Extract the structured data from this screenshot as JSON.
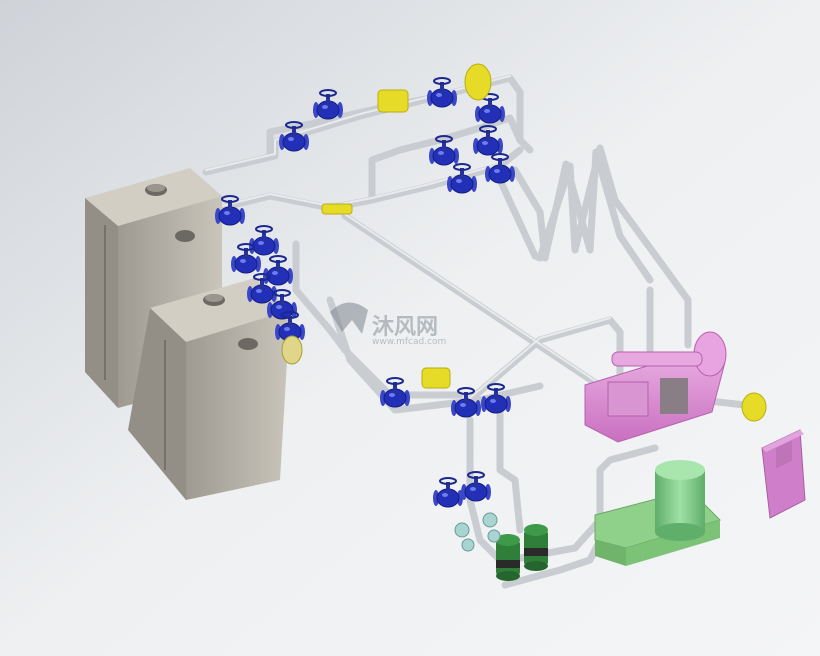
{
  "scene": {
    "kind": "3D piping / boiler room assembly render",
    "components": [
      "boiler-unit",
      "boiler-unit",
      "gate-valve",
      "strainer",
      "expansion-tank",
      "heat-exchanger",
      "water-tank",
      "circulation-pump",
      "control-cabinet"
    ]
  },
  "watermark": {
    "cn_text": "沐风网",
    "url_text": "www.mfcad.com"
  },
  "colors": {
    "background": "#e4e7ea",
    "pipe": "#d6d9dc",
    "valve": "#2230b8",
    "yellow_part": "#e6dc28",
    "boiler": "#b4b0a6",
    "exchanger": "#d88ad0",
    "tank_base": "#8fd08a",
    "tank": "#7cc785",
    "pump": "#2f7f3a",
    "cabinet": "#cf7fc9"
  }
}
